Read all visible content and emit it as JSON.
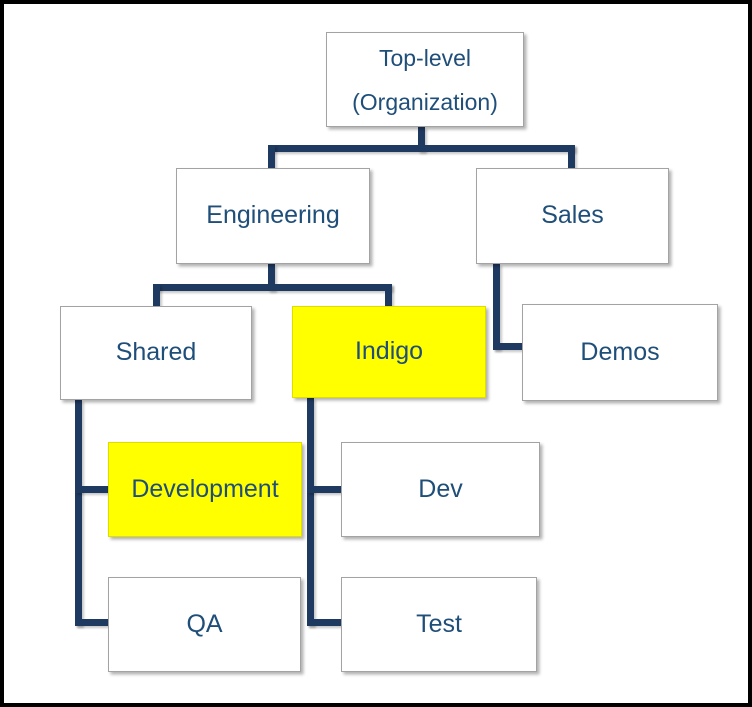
{
  "diagram": {
    "type": "org-chart",
    "nodes": {
      "top": {
        "label": "Top-level (Organization)",
        "highlighted": false
      },
      "engineering": {
        "label": "Engineering",
        "highlighted": false
      },
      "sales": {
        "label": "Sales",
        "highlighted": false
      },
      "shared": {
        "label": "Shared",
        "highlighted": false
      },
      "indigo": {
        "label": "Indigo",
        "highlighted": true
      },
      "demos": {
        "label": "Demos",
        "highlighted": false
      },
      "development": {
        "label": "Development",
        "highlighted": true
      },
      "dev": {
        "label": "Dev",
        "highlighted": false
      },
      "qa": {
        "label": "QA",
        "highlighted": false
      },
      "test": {
        "label": "Test",
        "highlighted": false
      }
    },
    "hierarchy": {
      "label": "Top-level (Organization)",
      "children": [
        {
          "label": "Engineering",
          "children": [
            {
              "label": "Shared",
              "children": [
                {
                  "label": "Development"
                },
                {
                  "label": "QA"
                }
              ]
            },
            {
              "label": "Indigo",
              "children": [
                {
                  "label": "Dev"
                },
                {
                  "label": "Test"
                }
              ]
            }
          ]
        },
        {
          "label": "Sales",
          "children": [
            {
              "label": "Demos"
            }
          ]
        }
      ]
    },
    "colors": {
      "node_text": "#1F4E79",
      "connector": "#1F3A61",
      "node_fill": "#FFFFFF",
      "node_border": "#A3A3A3",
      "highlight_fill": "#FFFF00",
      "highlight_border": "#DDDD00",
      "outer_border": "#000000",
      "background": "#FFFFFF"
    }
  }
}
